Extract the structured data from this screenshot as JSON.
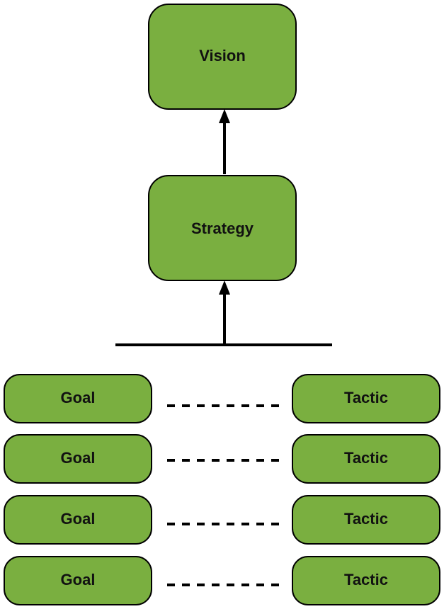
{
  "diagram": {
    "vision_label": "Vision",
    "strategy_label": "Strategy",
    "pairs": [
      {
        "goal": "Goal",
        "tactic": "Tactic"
      },
      {
        "goal": "Goal",
        "tactic": "Tactic"
      },
      {
        "goal": "Goal",
        "tactic": "Tactic"
      },
      {
        "goal": "Goal",
        "tactic": "Tactic"
      }
    ]
  },
  "colors": {
    "node_fill": "#7aaf40",
    "node_stroke": "#000000",
    "line": "#000000",
    "text": "#111111"
  }
}
